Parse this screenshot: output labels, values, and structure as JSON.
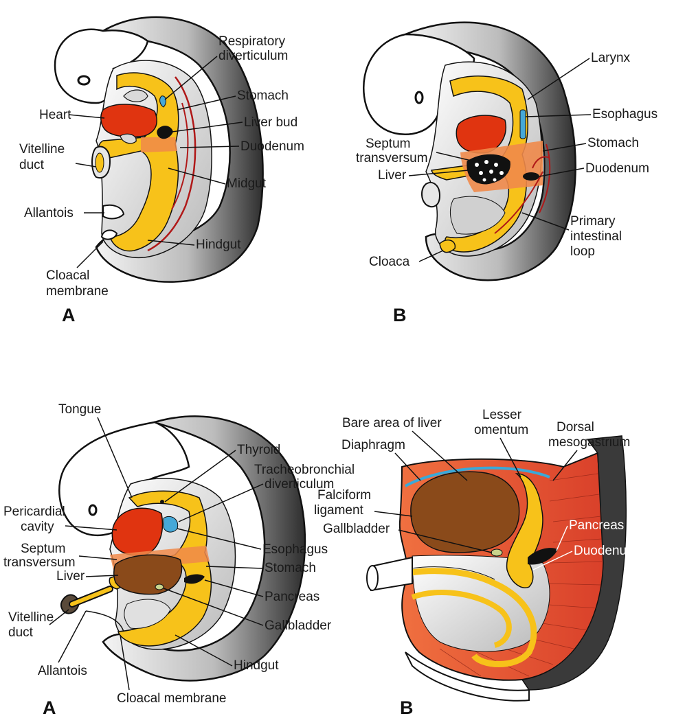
{
  "colors": {
    "endoderm": "#f7c21a",
    "heart": "#e03410",
    "septum": "#f08a4a",
    "vessel": "#b01818",
    "liver": "#8a4a1a",
    "diaphragm_line": "#3aa9d8",
    "respiratory": "#46a8d8",
    "body_wall_dark": "#3a3a3a",
    "muscle": "#e85530"
  },
  "top_a": {
    "panel_label": "A",
    "labels": {
      "respiratory": "Respiratory\ndiverticulum",
      "stomach": "Stomach",
      "heart": "Heart",
      "liver_bud": "Liver bud",
      "duodenum": "Duodenum",
      "vitelline": "Vitelline\nduct",
      "midgut": "Midgut",
      "allantois": "Allantois",
      "hindgut": "Hindgut",
      "cloacal": "Cloacal\nmembrane"
    }
  },
  "top_b": {
    "panel_label": "B",
    "labels": {
      "larynx": "Larynx",
      "esophagus": "Esophagus",
      "septum": "Septum\ntransversum",
      "stomach": "Stomach",
      "liver": "Liver",
      "duodenum": "Duodenum",
      "primary_loop": "Primary\nintestinal\nloop",
      "cloaca": "Cloaca"
    }
  },
  "bottom_a": {
    "panel_label": "A",
    "labels": {
      "tongue": "Tongue",
      "thyroid": "Thyroid",
      "tracheo": "Tracheobronchial\ndiverticulum",
      "pericardial": "Pericardial\ncavity",
      "esophagus": "Esophagus",
      "septum": "Septum\ntransversum",
      "stomach": "Stomach",
      "liver": "Liver",
      "pancreas": "Pancreas",
      "vitelline": "Vitelline\nduct",
      "gallbladder": "Gallbladder",
      "allantois": "Allantois",
      "hindgut": "Hindgut",
      "cloacal": "Cloacal membrane"
    }
  },
  "bottom_b": {
    "panel_label": "B",
    "labels": {
      "bare_area": "Bare area of liver",
      "lesser": "Lesser\nomentum",
      "dorsal": "Dorsal\nmesogastrium",
      "diaphragm": "Diaphragm",
      "falciform": "Falciform\nligament",
      "gallbladder": "Gallbladder",
      "pancreas": "Pancreas",
      "duodenum": "Duodenum"
    }
  }
}
